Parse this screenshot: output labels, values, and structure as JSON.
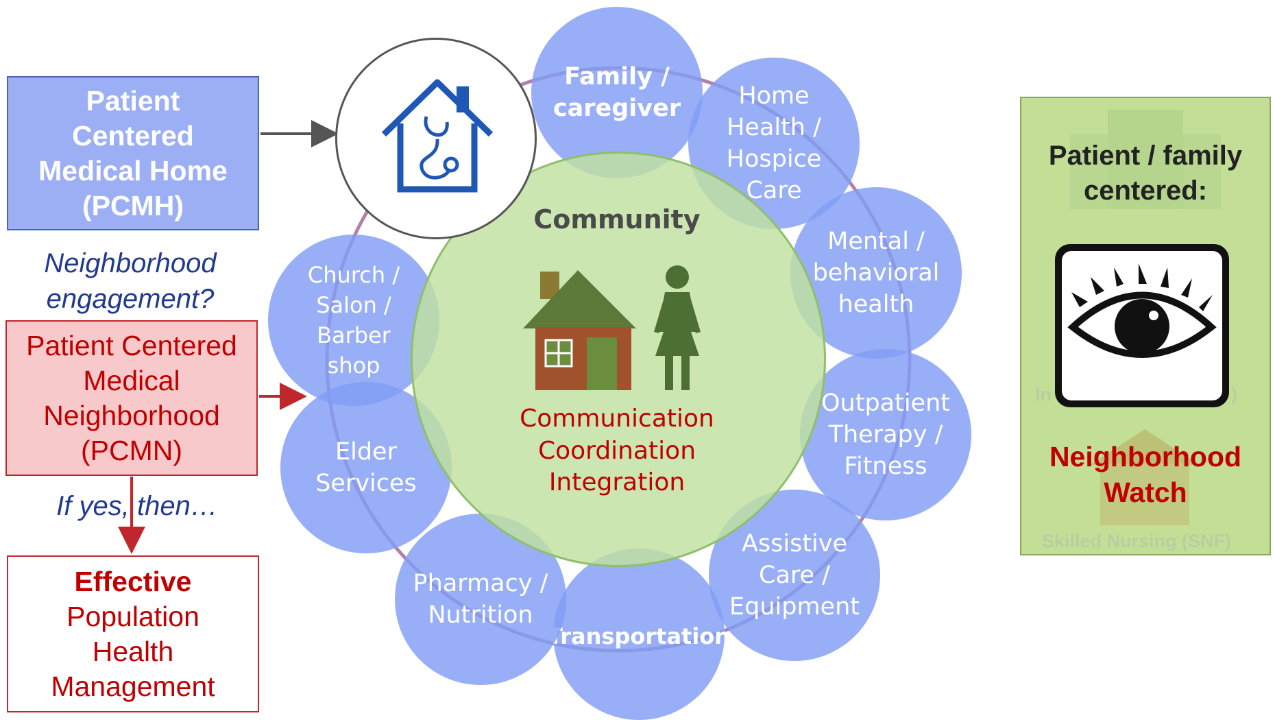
{
  "left": {
    "pcmh_box": "Patient Centered Medical Home (PCMH)",
    "neighborhood_question": "Neighborhood engagement?",
    "pcmn_box": "Patient Centered Medical Neighborhood (PCMN)",
    "if_yes": "If yes, then…",
    "outcome_strong": "Effective",
    "outcome_rest": "Population Health Management"
  },
  "center": {
    "title": "Community",
    "lines": [
      "Communication",
      "Coordination",
      "Integration"
    ]
  },
  "satellites": [
    {
      "label": "Family / caregiver",
      "bold": true
    },
    {
      "label": "Home Health / Hospice Care",
      "bold": false
    },
    {
      "label": "Mental / behavioral health",
      "bold": false
    },
    {
      "label": "Outpatient Therapy / Fitness",
      "bold": false
    },
    {
      "label": "Assistive Care / Equipment",
      "bold": false
    },
    {
      "label": "Transportation",
      "bold": true
    },
    {
      "label": "Pharmacy / Nutrition",
      "bold": false
    },
    {
      "label": "Elder Services",
      "bold": false
    },
    {
      "label": "Church / Salon / Barber shop",
      "bold": false
    }
  ],
  "right_panel": {
    "title": "Patient / family centered:",
    "subtitle": "Neighborhood Watch",
    "faded_text_1": "In",
    "faded_text_2": ")",
    "faded_text_3": "Skilled Nursing (SNF)"
  },
  "icons": [
    "house-stethoscope-icon",
    "house-icon",
    "woman-icon",
    "eye-icon"
  ],
  "colors": {
    "satellite_blue": "#819df5",
    "community_green": "#c1e1a0",
    "accent_red": "#c00000",
    "navy_text": "#1f3a8f",
    "panel_green": "#c3df95"
  }
}
